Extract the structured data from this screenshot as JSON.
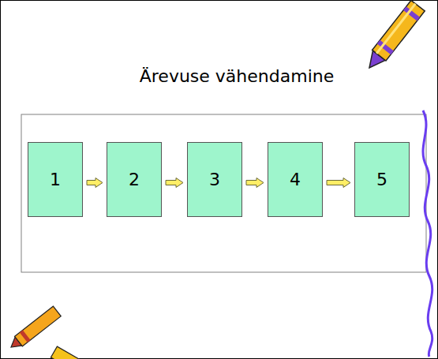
{
  "diagram": {
    "title": "Ärevuse vähendamine",
    "nodes": [
      {
        "text": [
          "1"
        ]
      },
      {
        "text": [
          "2"
        ]
      },
      {
        "text": [
          "3"
        ]
      },
      {
        "text": [
          "4"
        ]
      },
      {
        "text": [
          "5"
        ]
      }
    ],
    "edges": [
      {
        "from": 0,
        "to": 1,
        "arrow": "to"
      },
      {
        "from": 1,
        "to": 2,
        "arrow": "to"
      },
      {
        "from": 2,
        "to": 3,
        "arrow": "to"
      },
      {
        "from": 3,
        "to": 4,
        "arrow": "to"
      }
    ]
  }
}
